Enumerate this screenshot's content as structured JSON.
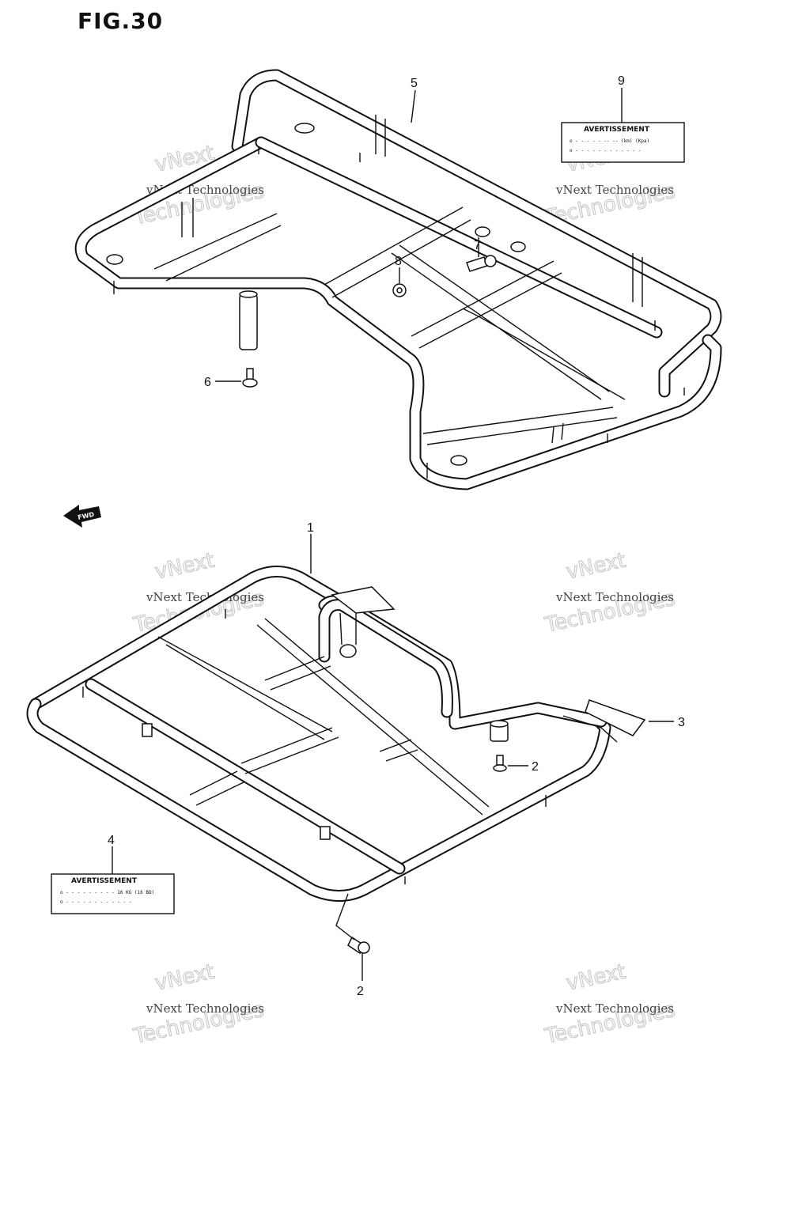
{
  "title": "FIG.30",
  "fwd_arrow_label": "FWD",
  "callouts": {
    "c1": "1",
    "c2a": "2",
    "c2b": "2",
    "c3": "3",
    "c4": "4",
    "c5": "5",
    "c6": "6",
    "c7": "7",
    "c8": "8",
    "c9": "9"
  },
  "label_9": {
    "heading": "AVERTISSEMENT",
    "line1": "o - - - - - -- --  (km) (Kpa)",
    "line2": "o - - - - - - - - - - - -"
  },
  "label_4": {
    "heading": "AVERTISSEMENT",
    "line1": "o - - - - - - - - - 16 KG (16 BD)",
    "line2": "o - - - - - - - - - - - -"
  },
  "watermarks": {
    "small_text": "vNext Technologies",
    "big_line1": "vNext",
    "big_line2": "Technologies"
  }
}
